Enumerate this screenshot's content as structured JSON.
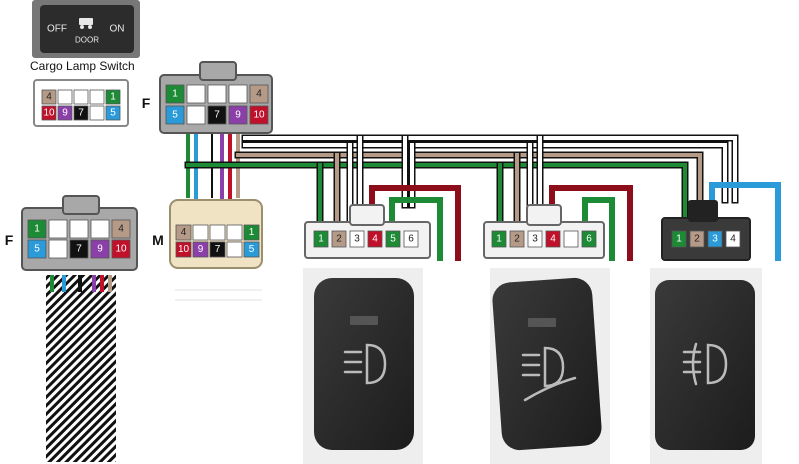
{
  "cargo_switch": {
    "off_label": "OFF",
    "on_label": "ON",
    "door_label": "DOOR",
    "caption": "Cargo Lamp Switch",
    "connector": [
      {
        "n": "4",
        "color": "#b59a88",
        "tc": "#222"
      },
      {
        "n": "",
        "color": "#ffffff",
        "tc": "#222"
      },
      {
        "n": "",
        "color": "#ffffff",
        "tc": "#222"
      },
      {
        "n": "",
        "color": "#ffffff",
        "tc": "#222"
      },
      {
        "n": "1",
        "color": "#1d8a36",
        "tc": "#fff"
      },
      {
        "n": "10",
        "color": "#c0102a",
        "tc": "#fff"
      },
      {
        "n": "9",
        "color": "#8b3fa8",
        "tc": "#fff"
      },
      {
        "n": "7",
        "color": "#111111",
        "tc": "#fff"
      },
      {
        "n": "",
        "color": "#ffffff",
        "tc": "#222"
      },
      {
        "n": "5",
        "color": "#2a9ad8",
        "tc": "#fff"
      }
    ]
  },
  "connectors": {
    "f_top": {
      "label": "F",
      "top": [
        {
          "n": "1",
          "color": "#1d8a36",
          "tc": "#fff"
        },
        {
          "n": "",
          "color": "#ffffff",
          "tc": "#222"
        },
        {
          "n": "",
          "color": "#ffffff",
          "tc": "#222"
        },
        {
          "n": "",
          "color": "#ffffff",
          "tc": "#222"
        },
        {
          "n": "4",
          "color": "#b59a88",
          "tc": "#222"
        }
      ],
      "bottom": [
        {
          "n": "5",
          "color": "#2a9ad8",
          "tc": "#fff"
        },
        {
          "n": "",
          "color": "#ffffff",
          "tc": "#222"
        },
        {
          "n": "7",
          "color": "#111111",
          "tc": "#fff"
        },
        {
          "n": "9",
          "color": "#8b3fa8",
          "tc": "#fff"
        },
        {
          "n": "10",
          "color": "#c0102a",
          "tc": "#fff"
        }
      ]
    },
    "f_left": {
      "label": "F",
      "top": [
        {
          "n": "1",
          "color": "#1d8a36",
          "tc": "#fff"
        },
        {
          "n": "",
          "color": "#ffffff",
          "tc": "#222"
        },
        {
          "n": "",
          "color": "#ffffff",
          "tc": "#222"
        },
        {
          "n": "",
          "color": "#ffffff",
          "tc": "#222"
        },
        {
          "n": "4",
          "color": "#b59a88",
          "tc": "#222"
        }
      ],
      "bottom": [
        {
          "n": "5",
          "color": "#2a9ad8",
          "tc": "#fff"
        },
        {
          "n": "",
          "color": "#ffffff",
          "tc": "#222"
        },
        {
          "n": "7",
          "color": "#111111",
          "tc": "#fff"
        },
        {
          "n": "9",
          "color": "#8b3fa8",
          "tc": "#fff"
        },
        {
          "n": "10",
          "color": "#c0102a",
          "tc": "#fff"
        }
      ]
    },
    "m": {
      "label": "M",
      "top": [
        {
          "n": "4",
          "color": "#b59a88",
          "tc": "#222"
        },
        {
          "n": "",
          "color": "#ffffff",
          "tc": "#222"
        },
        {
          "n": "",
          "color": "#ffffff",
          "tc": "#222"
        },
        {
          "n": "",
          "color": "#ffffff",
          "tc": "#222"
        },
        {
          "n": "1",
          "color": "#1d8a36",
          "tc": "#fff"
        }
      ],
      "bottom": [
        {
          "n": "10",
          "color": "#c0102a",
          "tc": "#fff"
        },
        {
          "n": "9",
          "color": "#8b3fa8",
          "tc": "#fff"
        },
        {
          "n": "7",
          "color": "#111111",
          "tc": "#fff"
        },
        {
          "n": "",
          "color": "#ffffff",
          "tc": "#222"
        },
        {
          "n": "5",
          "color": "#2a9ad8",
          "tc": "#fff"
        }
      ]
    },
    "sw1": [
      {
        "n": "1",
        "color": "#1d8a36",
        "tc": "#fff"
      },
      {
        "n": "2",
        "color": "#b59a88",
        "tc": "#222"
      },
      {
        "n": "3",
        "color": "#ffffff",
        "tc": "#222"
      },
      {
        "n": "4",
        "color": "#c0102a",
        "tc": "#fff"
      },
      {
        "n": "5",
        "color": "#1d8a36",
        "tc": "#fff"
      },
      {
        "n": "6",
        "color": "#ffffff",
        "tc": "#222"
      }
    ],
    "sw2": [
      {
        "n": "1",
        "color": "#1d8a36",
        "tc": "#fff"
      },
      {
        "n": "2",
        "color": "#b59a88",
        "tc": "#222"
      },
      {
        "n": "3",
        "color": "#ffffff",
        "tc": "#222"
      },
      {
        "n": "4",
        "color": "#c0102a",
        "tc": "#fff"
      },
      {
        "n": "",
        "color": "#ffffff",
        "tc": "#222"
      },
      {
        "n": "6",
        "color": "#1d8a36",
        "tc": "#fff"
      }
    ],
    "sw3": [
      {
        "n": "1",
        "color": "#1d8a36",
        "tc": "#fff"
      },
      {
        "n": "2",
        "color": "#b59a88",
        "tc": "#222"
      },
      {
        "n": "3",
        "color": "#2a9ad8",
        "tc": "#fff"
      },
      {
        "n": "4",
        "color": "#ffffff",
        "tc": "#222"
      }
    ]
  },
  "switch_buttons": [
    {
      "icon": "headlamp-low-beam-icon"
    },
    {
      "icon": "headlamp-high-beam-icon"
    },
    {
      "icon": "fog-lamp-icon"
    }
  ],
  "colors": {
    "green": "#1d8a36",
    "tan": "#b59a88",
    "red": "#8e0d1b",
    "blue": "#2a9ad8",
    "purple": "#8b3fa8",
    "black": "#111111",
    "connector_white": "#f2f2f2",
    "connector_grey": "#8a8a8a",
    "connector_beige": "#efe3c4",
    "button_body": "#2a2a2a"
  }
}
